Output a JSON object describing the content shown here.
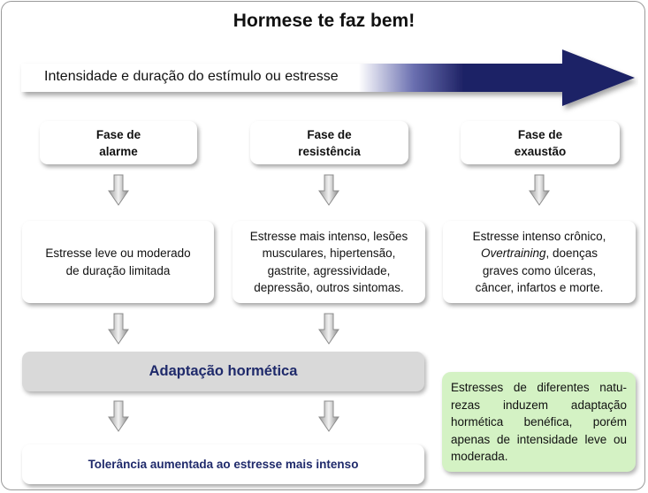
{
  "title": "Hormese te faz bem!",
  "arrow_label": "Intensidade e duração do estímulo ou estresse",
  "phases": [
    {
      "line1": "Fase de",
      "line2": "alarme"
    },
    {
      "line1": "Fase de",
      "line2": "resistência"
    },
    {
      "line1": "Fase de",
      "line2": "exaustão"
    }
  ],
  "descriptions": {
    "alarm": [
      "Estresse leve ou moderado",
      "de duração limitada"
    ],
    "resistance": [
      "Estresse mais intenso, lesões",
      "musculares, hipertensão,",
      "gastrite, agressividade,",
      "depressão, outros sintomas."
    ],
    "exhaustion": {
      "line1": "Estresse intenso crônico,",
      "line2_italic": "Overtraining",
      "line2_rest": ", doenças",
      "line3": "graves como úlceras,",
      "line4": "câncer, infartos e morte."
    }
  },
  "adaptation": "Adaptação hormética",
  "tolerance": "Tolerância aumentada ao estresse mais intenso",
  "note": "Estresses de diferentes natu-rezas induzem adaptação hormética benéfica, porém apenas de intensidade leve ou moderada.",
  "colors": {
    "arrow_dark": "#1f2366",
    "adaptation_bg": "#d9d9d9",
    "note_bg": "#d4f2c4",
    "text_accent": "#1f2a6b"
  }
}
